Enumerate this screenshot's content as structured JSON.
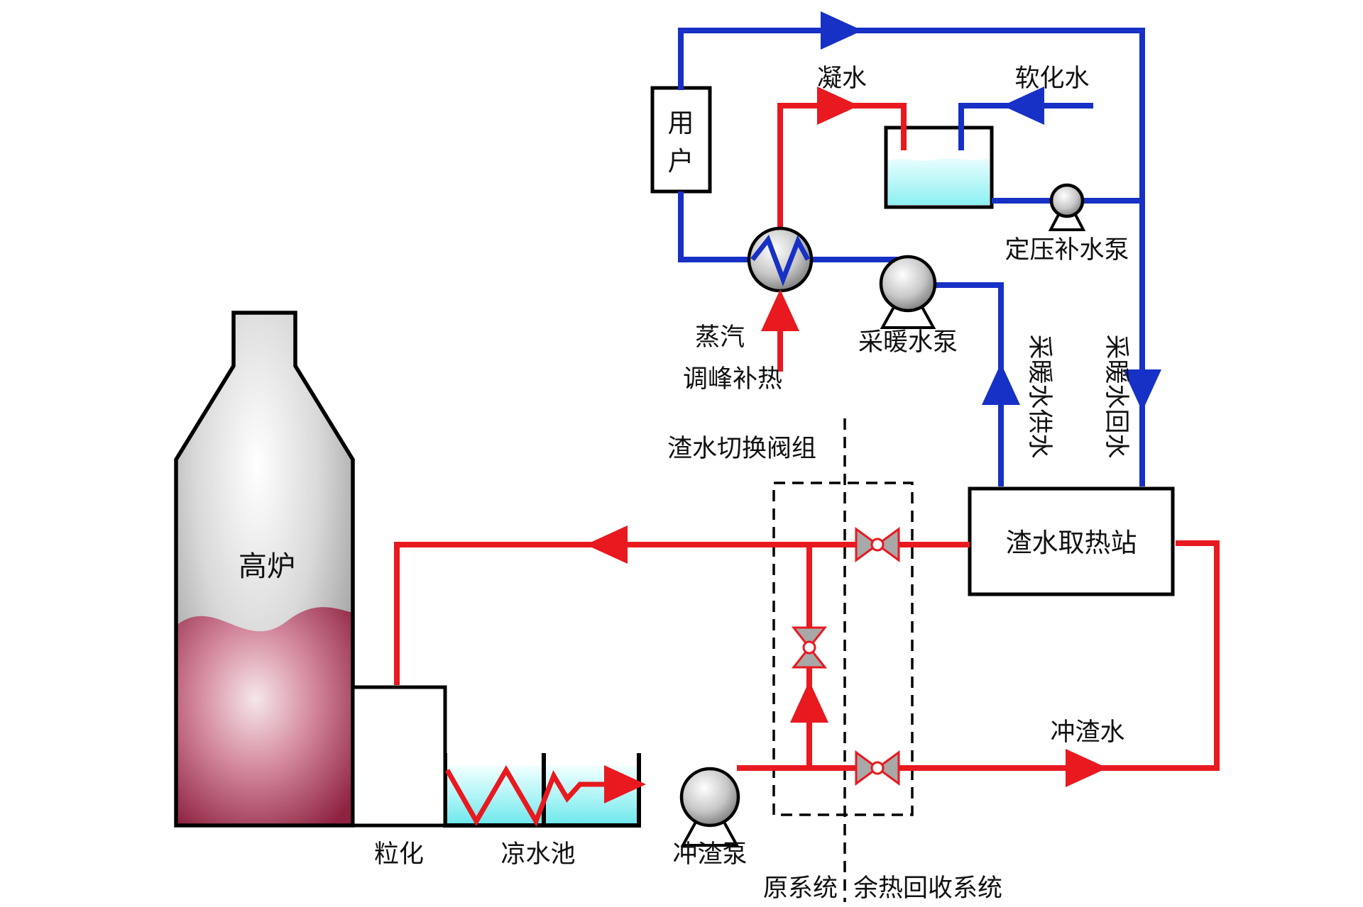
{
  "colors": {
    "pipe_hot": "#e8191f",
    "pipe_cold": "#1730c5",
    "water": "#7deef0",
    "outline": "#000000"
  },
  "labels": {
    "blast_furnace": "高炉",
    "granulation": "粒化",
    "cooling_pool": "凉水池",
    "slag_flush_pump": "冲渣泵",
    "valve_group": "渣水切换阀组",
    "original_system": "原系统",
    "recovery_system": "余热回收系统",
    "slag_flush_water": "冲渣水",
    "heat_station": "渣水取热站",
    "heating_supply": "采暖水供水",
    "heating_return": "采暖水回水",
    "heating_pump": "采暖水泵",
    "makeup_pump": "定压补水泵",
    "condensate": "凝水",
    "softened_water": "软化水",
    "steam": "蒸汽",
    "peak_shaving_heat": "调峰补热",
    "user": "用户"
  }
}
